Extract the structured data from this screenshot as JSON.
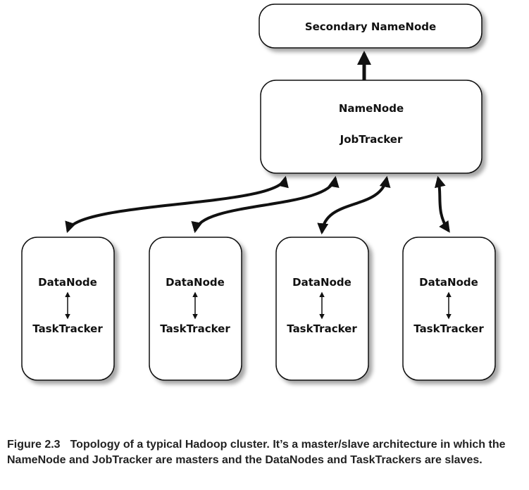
{
  "diagram": {
    "secondary": {
      "label": "Secondary NameNode"
    },
    "master": {
      "labels": [
        "NameNode",
        "JobTracker"
      ]
    },
    "slaves": [
      {
        "labels": [
          "DataNode",
          "TaskTracker"
        ]
      },
      {
        "labels": [
          "DataNode",
          "TaskTracker"
        ]
      },
      {
        "labels": [
          "DataNode",
          "TaskTracker"
        ]
      },
      {
        "labels": [
          "DataNode",
          "TaskTracker"
        ]
      }
    ]
  },
  "caption": {
    "number": "Figure 2.3",
    "text": "Topology of a typical Hadoop cluster. It’s a master/slave architecture in which the NameNode and JobTracker are masters and the DataNodes and TaskTrackers are slaves."
  }
}
